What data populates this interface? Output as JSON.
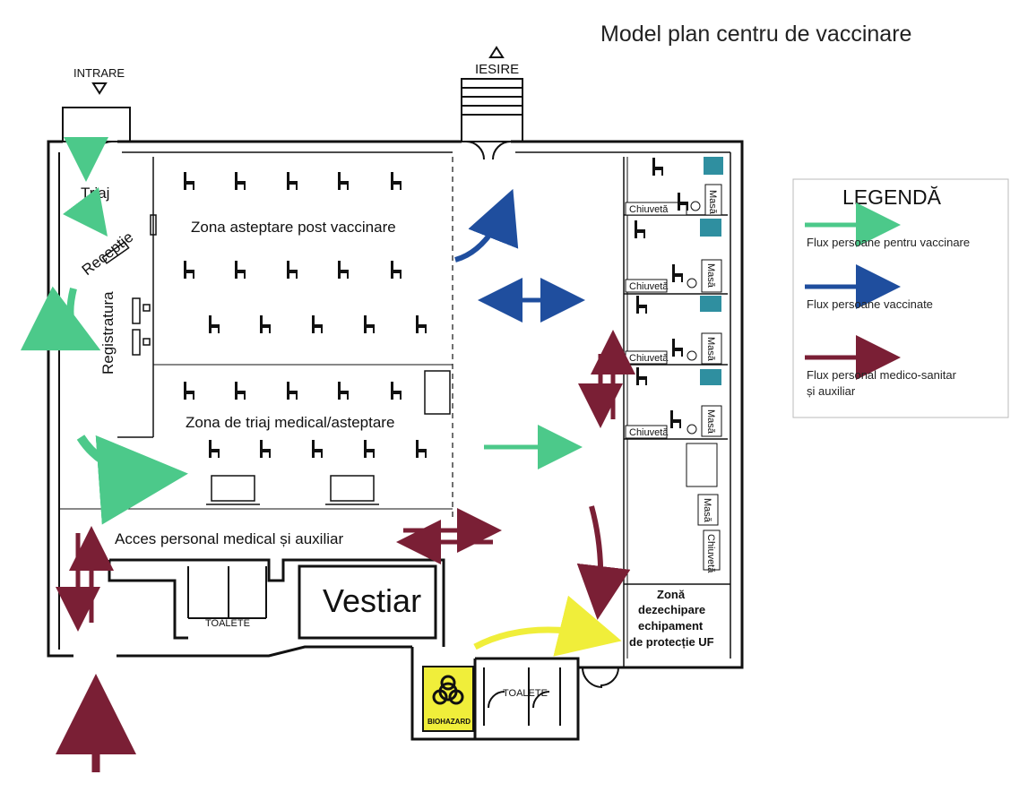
{
  "title": "Model plan centru de vaccinare",
  "entry_label": "INTRARE",
  "exit_label": "IESIRE",
  "rooms": {
    "triaj": "Triaj",
    "receptie": "Receptie",
    "registratura": "Registratura",
    "waiting_post": "Zona asteptare post vaccinare",
    "triage_waiting": "Zona de triaj medical/asteptare",
    "staff_access": "Acces personal medical și auxiliar",
    "vestiar": "Vestiar",
    "toilets_left": "TOALETE",
    "toilets_right": "TOALETE",
    "undress_zone": [
      "Zonă",
      "dezechipare",
      "echipament",
      "de protecție UF"
    ],
    "biohazard": "BIOHAZARD"
  },
  "booth_labels": {
    "sink": "Chiuvetă",
    "table": "Masă"
  },
  "legend": {
    "title": "LEGENDĂ",
    "items": [
      {
        "label": "Flux persoane pentru vaccinare",
        "color": "#4cc98a"
      },
      {
        "label": "Flux persoane vaccinate",
        "color": "#1f4e9e"
      },
      {
        "label": "Flux personal medico-sanitar",
        "label2": "și auxiliar",
        "color": "#7a1f35"
      }
    ]
  },
  "colors": {
    "green": "#4cc98a",
    "blue": "#1f4e9e",
    "maroon": "#7a1f35",
    "yellow": "#f0ee3a",
    "teal": "#2f8fa0"
  }
}
